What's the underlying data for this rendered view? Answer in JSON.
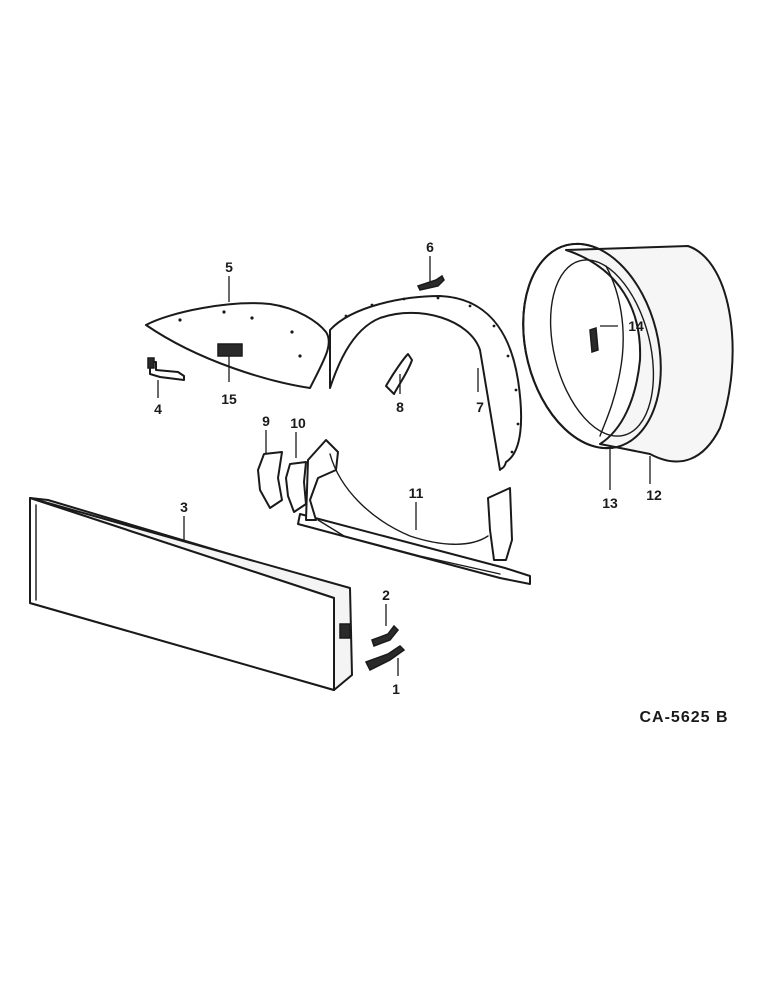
{
  "callouts": [
    "1",
    "2",
    "3",
    "4",
    "5",
    "6",
    "7",
    "8",
    "9",
    "10",
    "11",
    "12",
    "13",
    "14",
    "15"
  ],
  "drawing_code": "CA-5625 B"
}
